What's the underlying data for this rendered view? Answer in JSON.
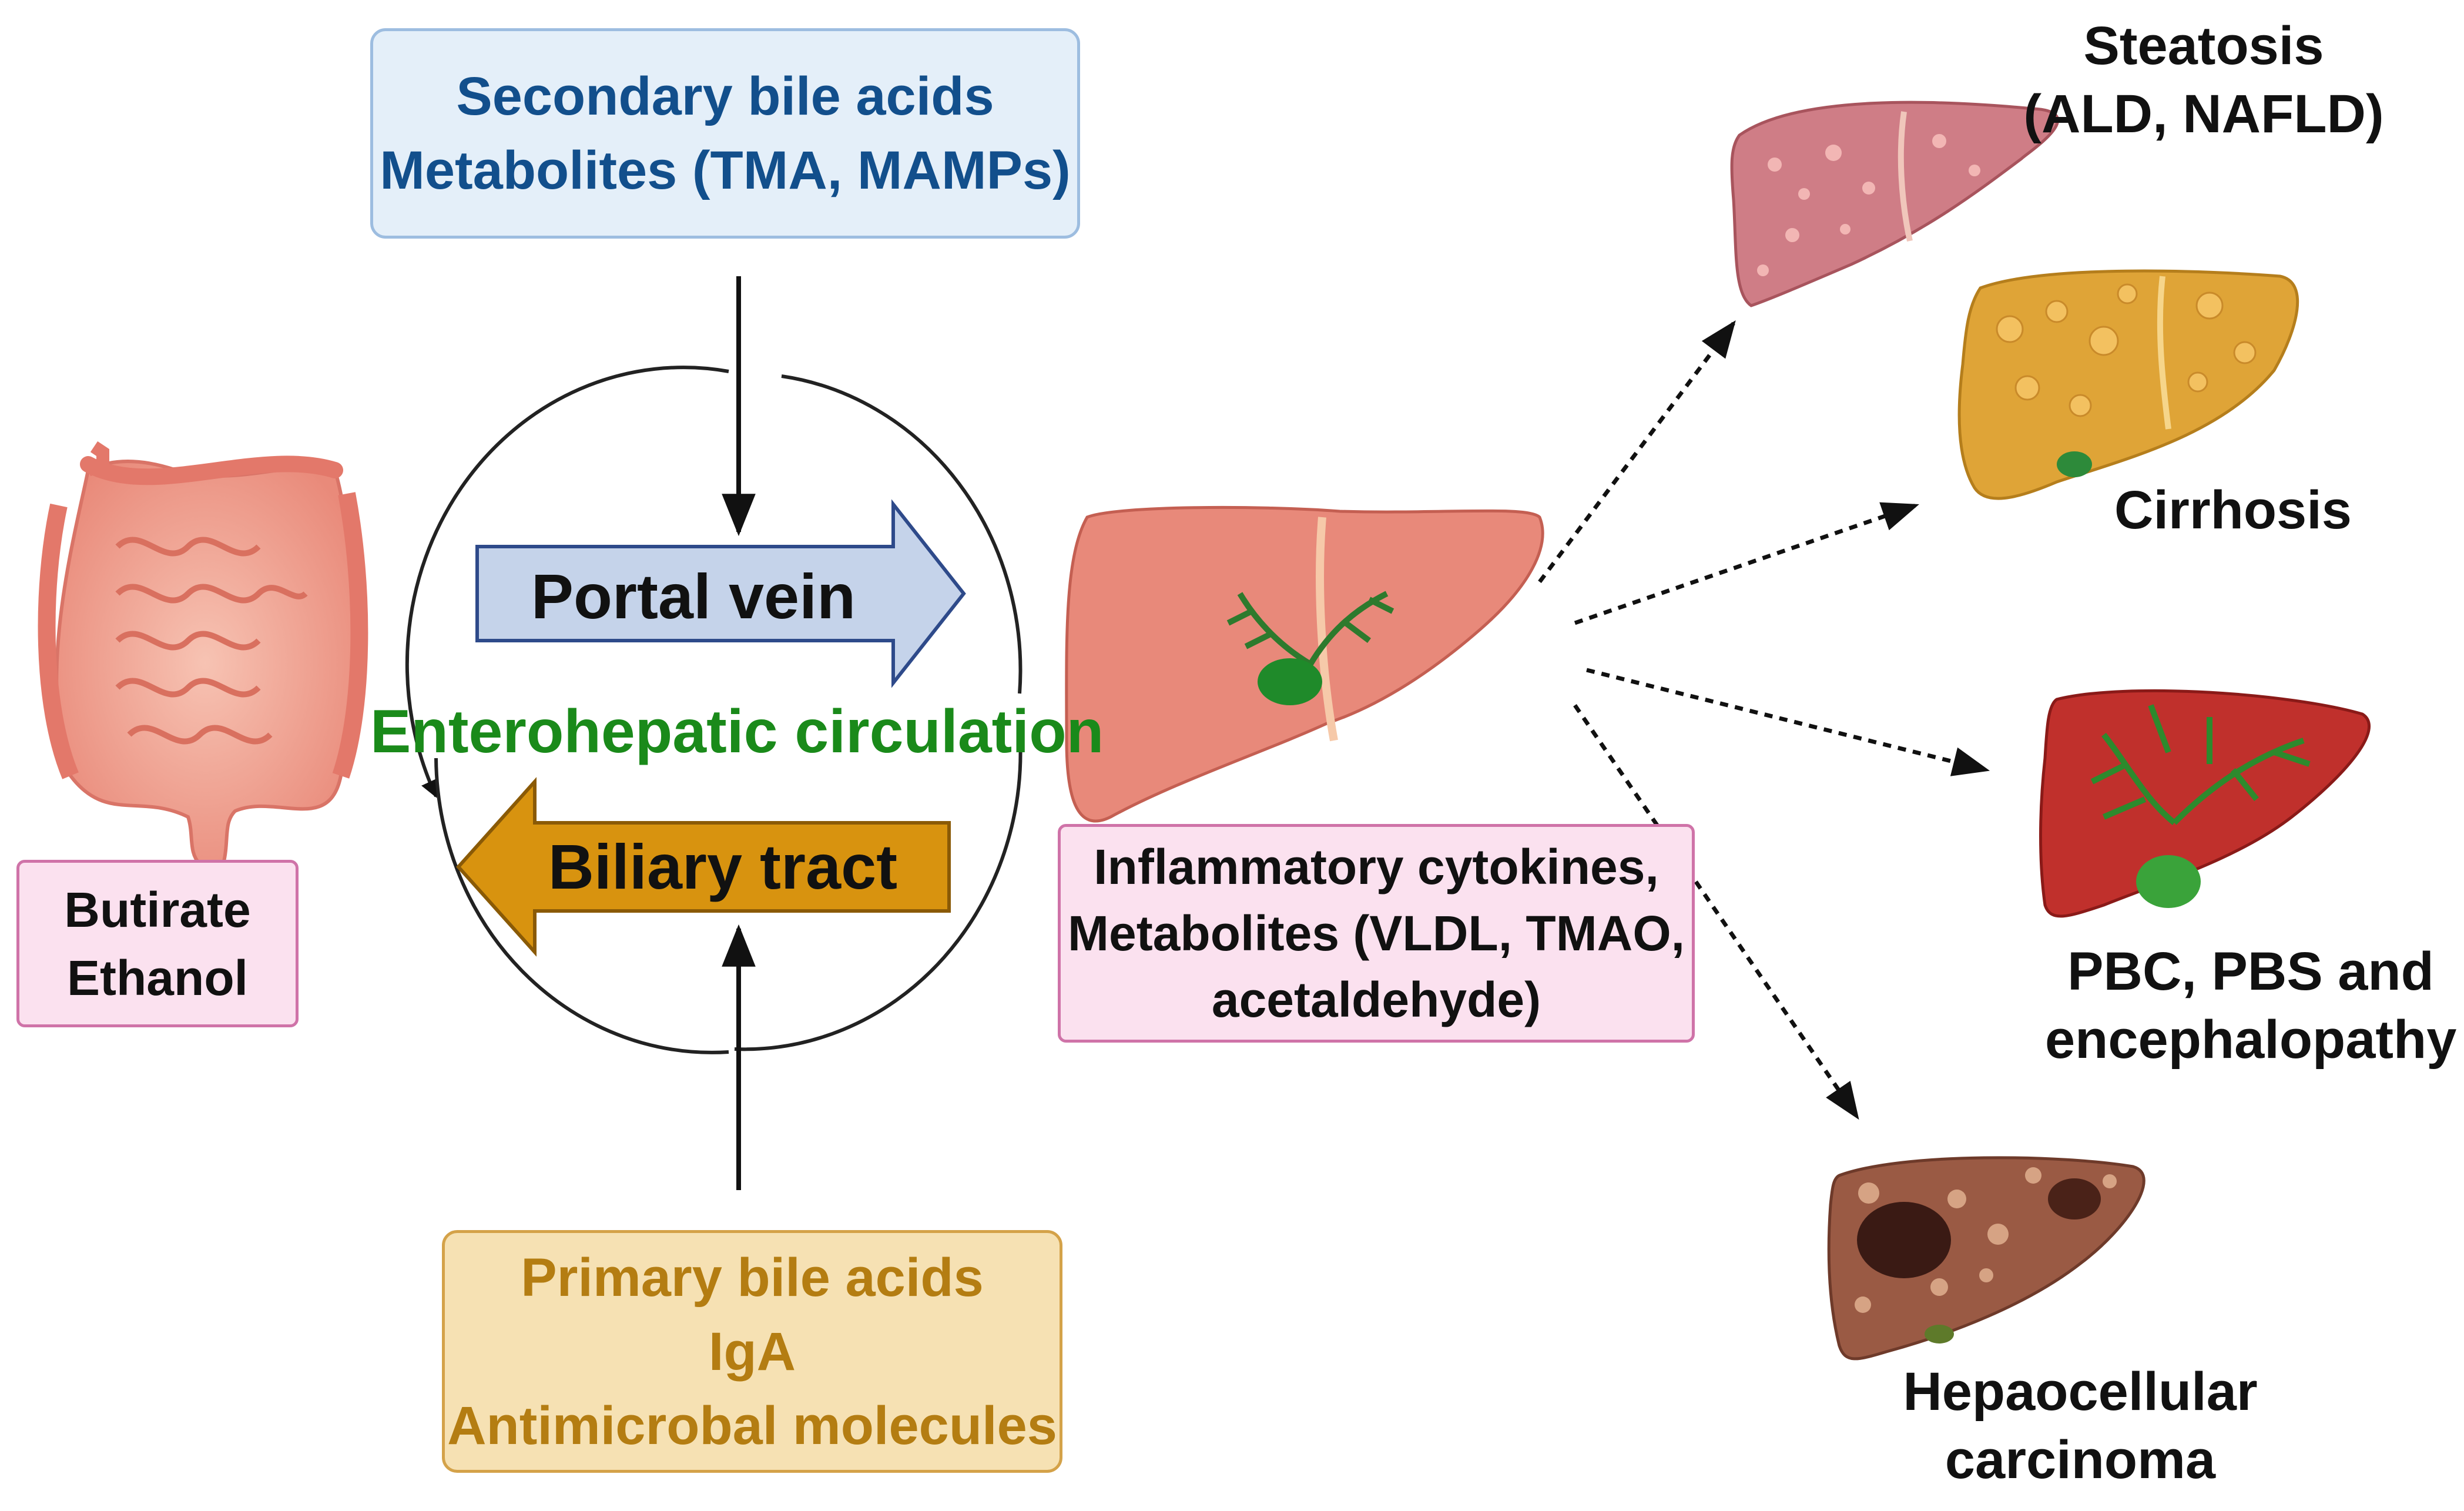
{
  "top_box": {
    "lines": [
      "Secondary bile acids",
      "Metabolites (TMA, MAMPs)"
    ]
  },
  "bottom_box": {
    "lines": [
      "Primary bile acids",
      "IgA",
      "Antimicrobal molecules"
    ]
  },
  "gut_box": {
    "lines": [
      "Butirate",
      "Ethanol"
    ]
  },
  "liver_box": {
    "lines": [
      "Inflammatory cytokines,",
      "Metabolites (VLDL, TMAO,",
      "acetaldehyde)"
    ]
  },
  "circulation": {
    "center_label": "Enterohepatic circulation",
    "portal_label": "Portal vein",
    "biliary_label": "Biliary tract"
  },
  "outcomes": {
    "steatosis": [
      "Steatosis",
      "(ALD, NAFLD)"
    ],
    "cirrhosis": [
      "Cirrhosis"
    ],
    "pbc": [
      "PBC, PBS and",
      "encephalopathy"
    ],
    "hcc": [
      "Hepaocellular",
      "carcinoma"
    ]
  },
  "colors": {
    "portal_arrow_fill": "#c5d3ea",
    "portal_arrow_stroke": "#2e4a8a",
    "biliary_arrow_fill": "#d8930f",
    "biliary_arrow_stroke": "#8a5a06",
    "center_label": "#1a8a1a"
  },
  "icons": {
    "gut": "intestine-icon",
    "liver_center": "liver-with-biliary-tree-icon",
    "liver_steatosis": "steatotic-liver-icon",
    "liver_cirrhosis": "cirrhotic-liver-icon",
    "liver_pbc": "pbc-liver-icon",
    "liver_hcc": "hcc-liver-icon"
  }
}
